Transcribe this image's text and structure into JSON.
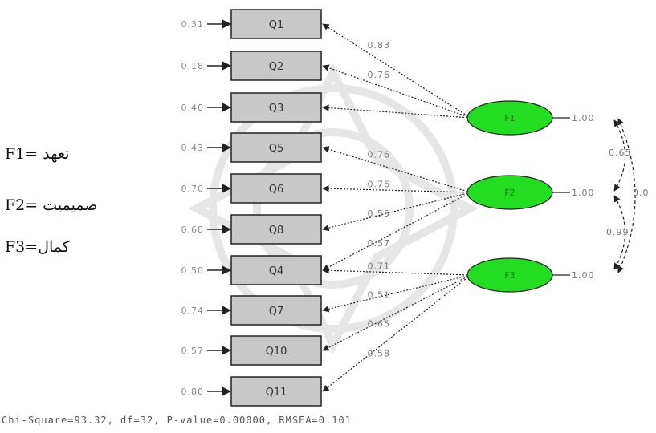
{
  "items": [
    {
      "id": "Q1",
      "label": "Q1",
      "error": "0.31"
    },
    {
      "id": "Q2",
      "label": "Q2",
      "error": "0.18"
    },
    {
      "id": "Q3",
      "label": "Q3",
      "error": "0.40"
    },
    {
      "id": "Q5",
      "label": "Q5",
      "error": "0.43"
    },
    {
      "id": "Q6",
      "label": "Q6",
      "error": "0.70"
    },
    {
      "id": "Q8",
      "label": "Q8",
      "error": "0.68"
    },
    {
      "id": "Q4",
      "label": "Q4",
      "error": "0.50"
    },
    {
      "id": "Q7",
      "label": "Q7",
      "error": "0.74"
    },
    {
      "id": "Q10",
      "label": "Q10",
      "error": "0.57"
    },
    {
      "id": "Q11",
      "label": "Q11",
      "error": "0.80"
    }
  ],
  "factors": [
    {
      "id": "F1",
      "label": "F1",
      "variance": "1.00",
      "color": "#22dd22"
    },
    {
      "id": "F2",
      "label": "F2",
      "variance": "1.00",
      "color": "#22dd22"
    },
    {
      "id": "F3",
      "label": "F3",
      "variance": "1.00",
      "color": "#22dd22"
    }
  ],
  "loadings": [
    {
      "factor": "F1",
      "item": "Q1",
      "value": "0.83"
    },
    {
      "factor": "F1",
      "item": "Q2",
      "value": "0.76"
    },
    {
      "factor": "F1",
      "item": "Q3",
      "value": ""
    },
    {
      "factor": "F2",
      "item": "Q5",
      "value": "0.76"
    },
    {
      "factor": "F2",
      "item": "Q6",
      "value": "0.76"
    },
    {
      "factor": "F2",
      "item": "Q8",
      "value": "0.55"
    },
    {
      "factor": "F2",
      "item": "Q4",
      "value": "0.57"
    },
    {
      "factor": "F3",
      "item": "Q4",
      "value": "0.71"
    },
    {
      "factor": "F3",
      "item": "Q7",
      "value": "0.51"
    },
    {
      "factor": "F3",
      "item": "Q10",
      "value": "0.65"
    },
    {
      "factor": "F3",
      "item": "Q11",
      "value": "0.58"
    }
  ],
  "covariances": [
    {
      "from": "F1",
      "to": "F2",
      "value": "0.65"
    },
    {
      "from": "F2",
      "to": "F3",
      "value": "0.99"
    },
    {
      "from": "F1",
      "to": "F3",
      "value": "0.0"
    }
  ],
  "legend": [
    {
      "text": "F1= تعهد"
    },
    {
      "text": "F2= صمیمیت"
    },
    {
      "text": "F3=کمال"
    }
  ],
  "fit_statistics": "Chi-Square=93.32, df=32, P-value=0.00000, RMSEA=0.101",
  "colors": {
    "factor_fill": "#22dd22",
    "box_fill": "#c8c8c8",
    "line": "#222222",
    "watermark": "#e4e4e4"
  }
}
